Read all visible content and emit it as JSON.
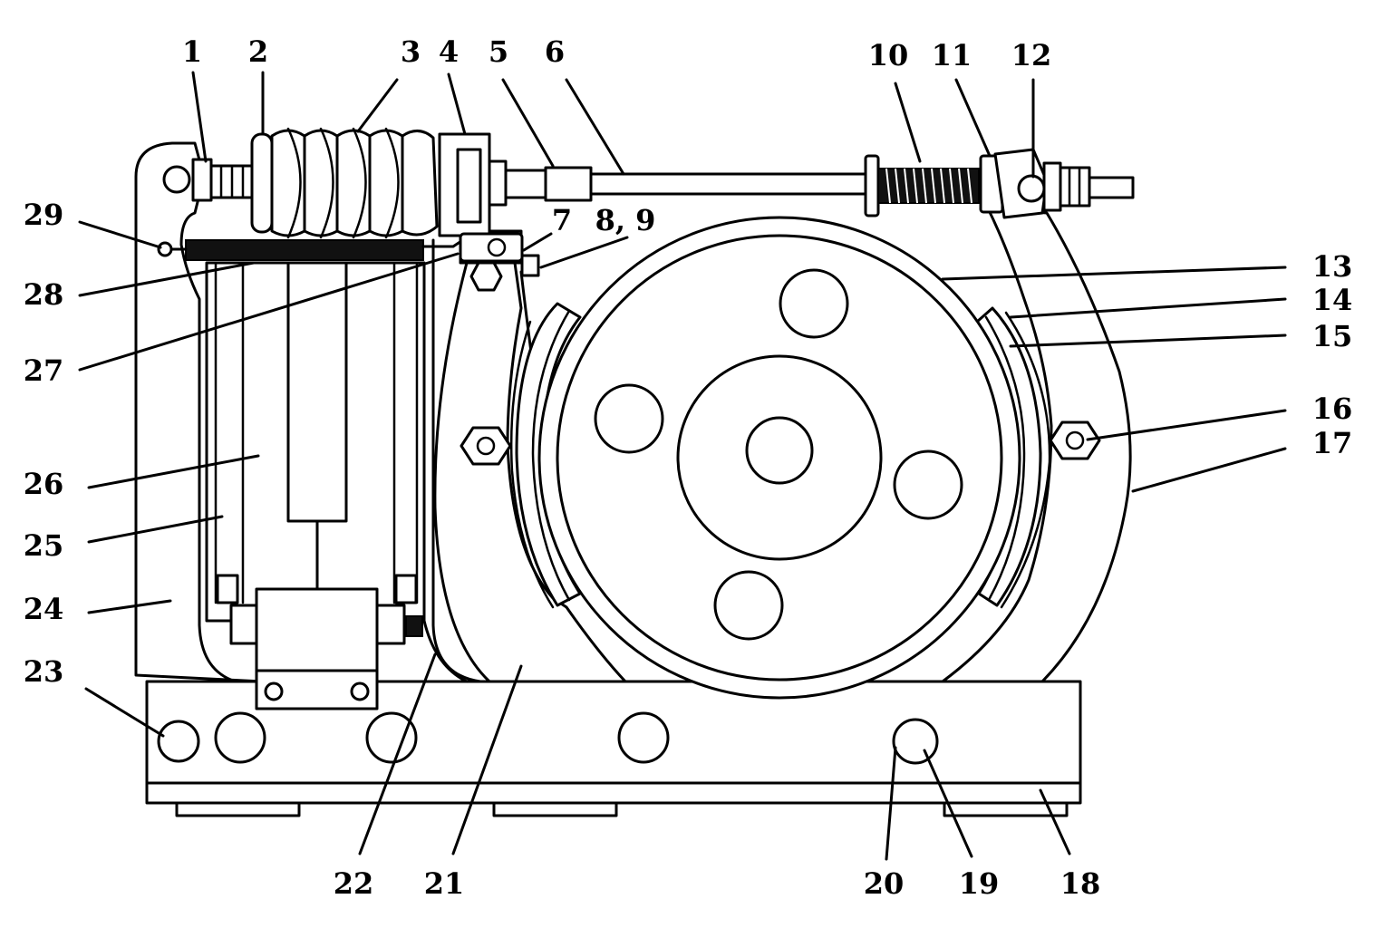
{
  "diagram": {
    "labels": {
      "l1": "1",
      "l2": "2",
      "l3": "3",
      "l4": "4",
      "l5": "5",
      "l6": "6",
      "l7": "7",
      "l89": "8, 9",
      "l10": "10",
      "l11": "11",
      "l12": "12",
      "l13": "13",
      "l14": "14",
      "l15": "15",
      "l16": "16",
      "l17": "17",
      "l18": "18",
      "l19": "19",
      "l20": "20",
      "l21": "21",
      "l22": "22",
      "l23": "23",
      "l24": "24",
      "l25": "25",
      "l26": "26",
      "l27": "27",
      "l28": "28",
      "l29": "29"
    }
  }
}
